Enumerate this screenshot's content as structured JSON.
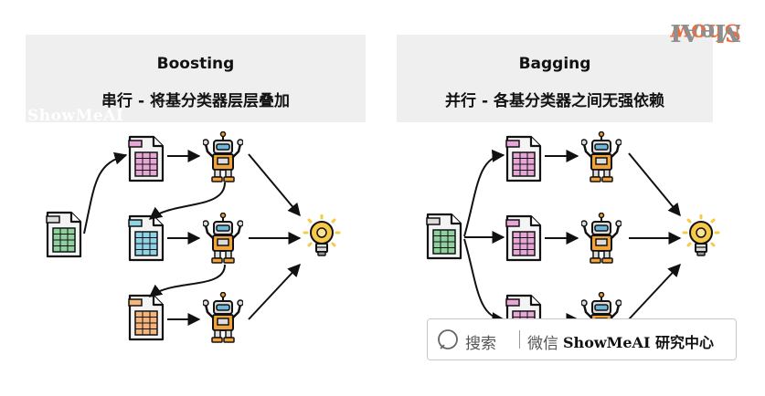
{
  "boosting": {
    "title": "Boosting",
    "subtitle": "串行 - 将基分类器层层叠加"
  },
  "bagging": {
    "title": "Bagging",
    "subtitle": "并行 - 各基分类器之间无强依赖"
  },
  "watermark": {
    "left": "ShowMeAI",
    "right_orange": "Show",
    "right_gray": "MeAI"
  },
  "search_bar": {
    "search_label": "搜索",
    "wechat_label": "微信",
    "brand_en": "ShowMeAI",
    "brand_cn": " 研究中心"
  },
  "colors": {
    "header_bg": "#efefef",
    "doc_green": "#8fd19e",
    "doc_pink": "#e6a6d6",
    "doc_blue": "#8fd3e6",
    "doc_orange": "#f5b47a",
    "robot_orange": "#f2a33a",
    "robot_gray": "#dcdcdc",
    "bulb_yellow": "#f7c94a",
    "watermark_orange": "#f06d39",
    "watermark_gray": "#8f8f8f"
  },
  "icons": [
    "document-icon",
    "robot-icon",
    "lightbulb-icon",
    "search-icon"
  ]
}
